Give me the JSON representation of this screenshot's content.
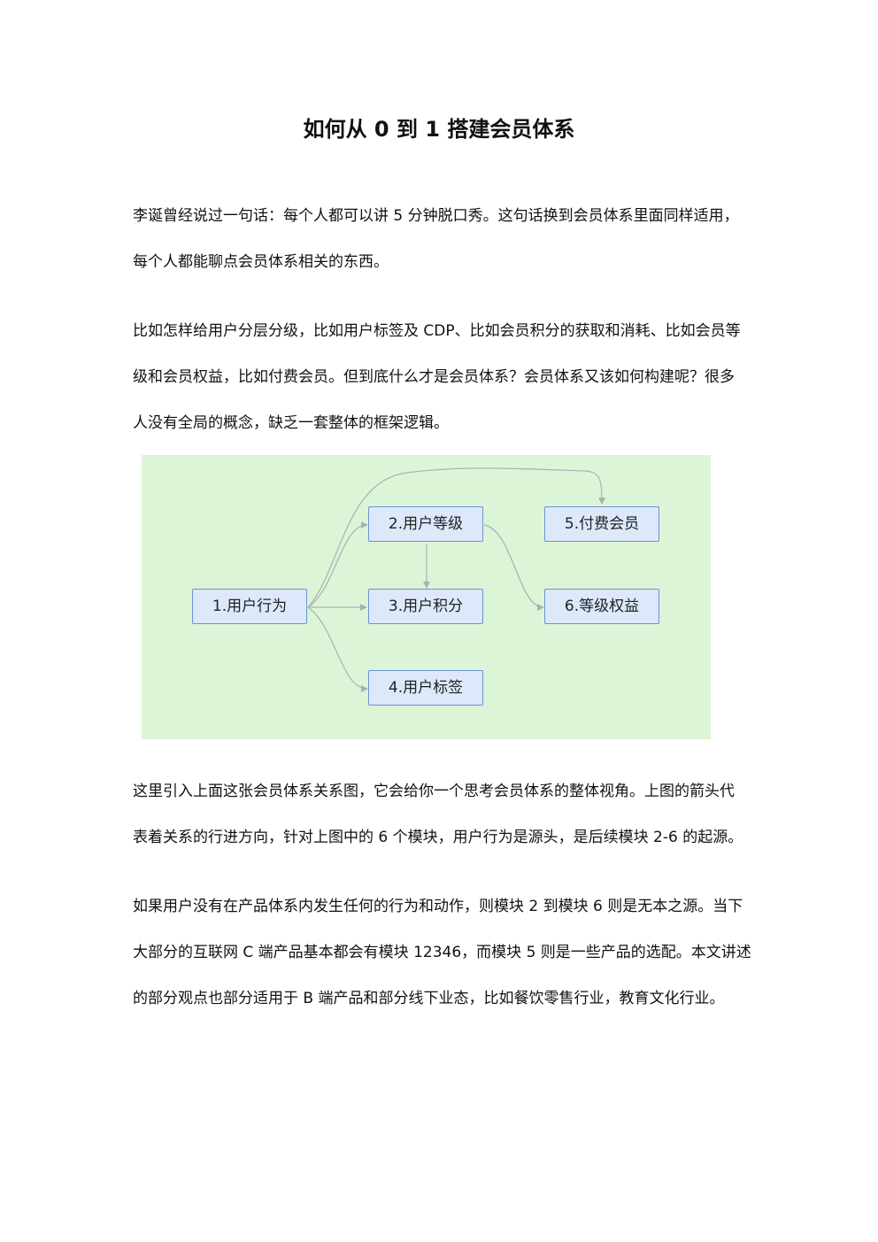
{
  "title": "如何从 0 到 1 搭建会员体系",
  "paragraphs": [
    {
      "lines": [
        "李诞曾经说过一句话：每个人都可以讲 5 分钟脱口秀。这句话换到会员体系里面同样适用，",
        "每个人都能聊点会员体系相关的东西。"
      ]
    },
    {
      "lines": [
        "比如怎样给用户分层分级，比如用户标签及 CDP、比如会员积分的获取和消耗、比如会员等",
        "级和会员权益，比如付费会员。但到底什么才是会员体系？会员体系又该如何构建呢？很多",
        "人没有全局的概念，缺乏一套整体的框架逻辑。"
      ]
    },
    {
      "lines": [
        "这里引入上面这张会员体系关系图，它会给你一个思考会员体系的整体视角。上图的箭头代",
        "表着关系的行进方向，针对上图中的 6 个模块，用户行为是源头，是后续模块 2-6 的起源。"
      ]
    },
    {
      "lines": [
        "如果用户没有在产品体系内发生任何的行为和动作，则模块 2 到模块 6 则是无本之源。当下",
        "大部分的互联网 C 端产品基本都会有模块 12346，而模块 5 则是一些产品的选配。本文讲述",
        "的部分观点也部分适用于 B 端产品和部分线下业态，比如餐饮零售行业，教育文化行业。"
      ]
    }
  ],
  "diagram": {
    "nodes": [
      {
        "id": "n1",
        "label": "1.用户行为"
      },
      {
        "id": "n2",
        "label": "2.用户等级"
      },
      {
        "id": "n3",
        "label": "3.用户积分"
      },
      {
        "id": "n4",
        "label": "4.用户标签"
      },
      {
        "id": "n5",
        "label": "5.付费会员"
      },
      {
        "id": "n6",
        "label": "6.等级权益"
      }
    ],
    "edges": [
      {
        "from": "n1",
        "to": "n2"
      },
      {
        "from": "n1",
        "to": "n3"
      },
      {
        "from": "n1",
        "to": "n4"
      },
      {
        "from": "n1",
        "to": "n5"
      },
      {
        "from": "n2",
        "to": "n3"
      },
      {
        "from": "n2",
        "to": "n6"
      }
    ],
    "colors": {
      "background": "#dcf5d6",
      "node_fill": "#dde9fb",
      "node_border": "#6a93d8",
      "edge": "#a8b0b8"
    }
  }
}
